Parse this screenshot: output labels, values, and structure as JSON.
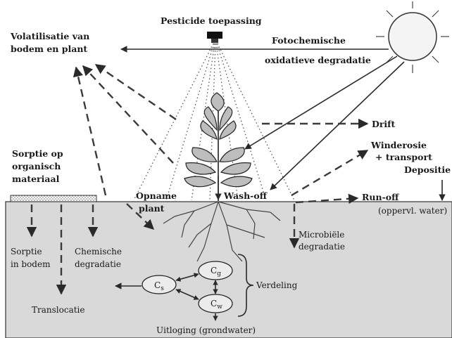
{
  "labels": {
    "pesticide_application": "Pesticide toepassing",
    "volatilization_line1": "Volatilisatie van",
    "volatilization_line2": "bodem en plant",
    "photochemical_line1": "Fotochemische",
    "photochemical_line2": "oxidatieve degradatie",
    "drift": "Drift",
    "wind_erosion_line1": "Winderosie",
    "wind_erosion_line2": "+ transport",
    "deposition": "Depositie",
    "sorption_organic_line1": "Sorptie op",
    "sorption_organic_line2": "organisch",
    "sorption_organic_line3": "materiaal",
    "plant_uptake_line1": "Opname",
    "plant_uptake_line2": "plant",
    "wash_off": "Wash-off",
    "run_off": "Run-off",
    "surface_water": "(oppervl. water)",
    "microbial_line1": "Microbiële",
    "microbial_line2": "degradatie",
    "soil_sorption_line1": "Sorptie",
    "soil_sorption_line2": "in bodem",
    "chemical_line1": "Chemische",
    "chemical_line2": "degradatie",
    "translocation": "Translocatie",
    "distribution": "Verdeling",
    "leaching": "Uitloging (grondwater)"
  },
  "compartments": {
    "soil": {
      "symbol": "C",
      "subscript": "s"
    },
    "gas": {
      "symbol": "C",
      "subscript": "g"
    },
    "water": {
      "symbol": "C",
      "subscript": "w"
    }
  },
  "colors": {
    "soil_fill": "#d9d9d9",
    "line": "#2a2a2a",
    "background": "#ffffff"
  }
}
